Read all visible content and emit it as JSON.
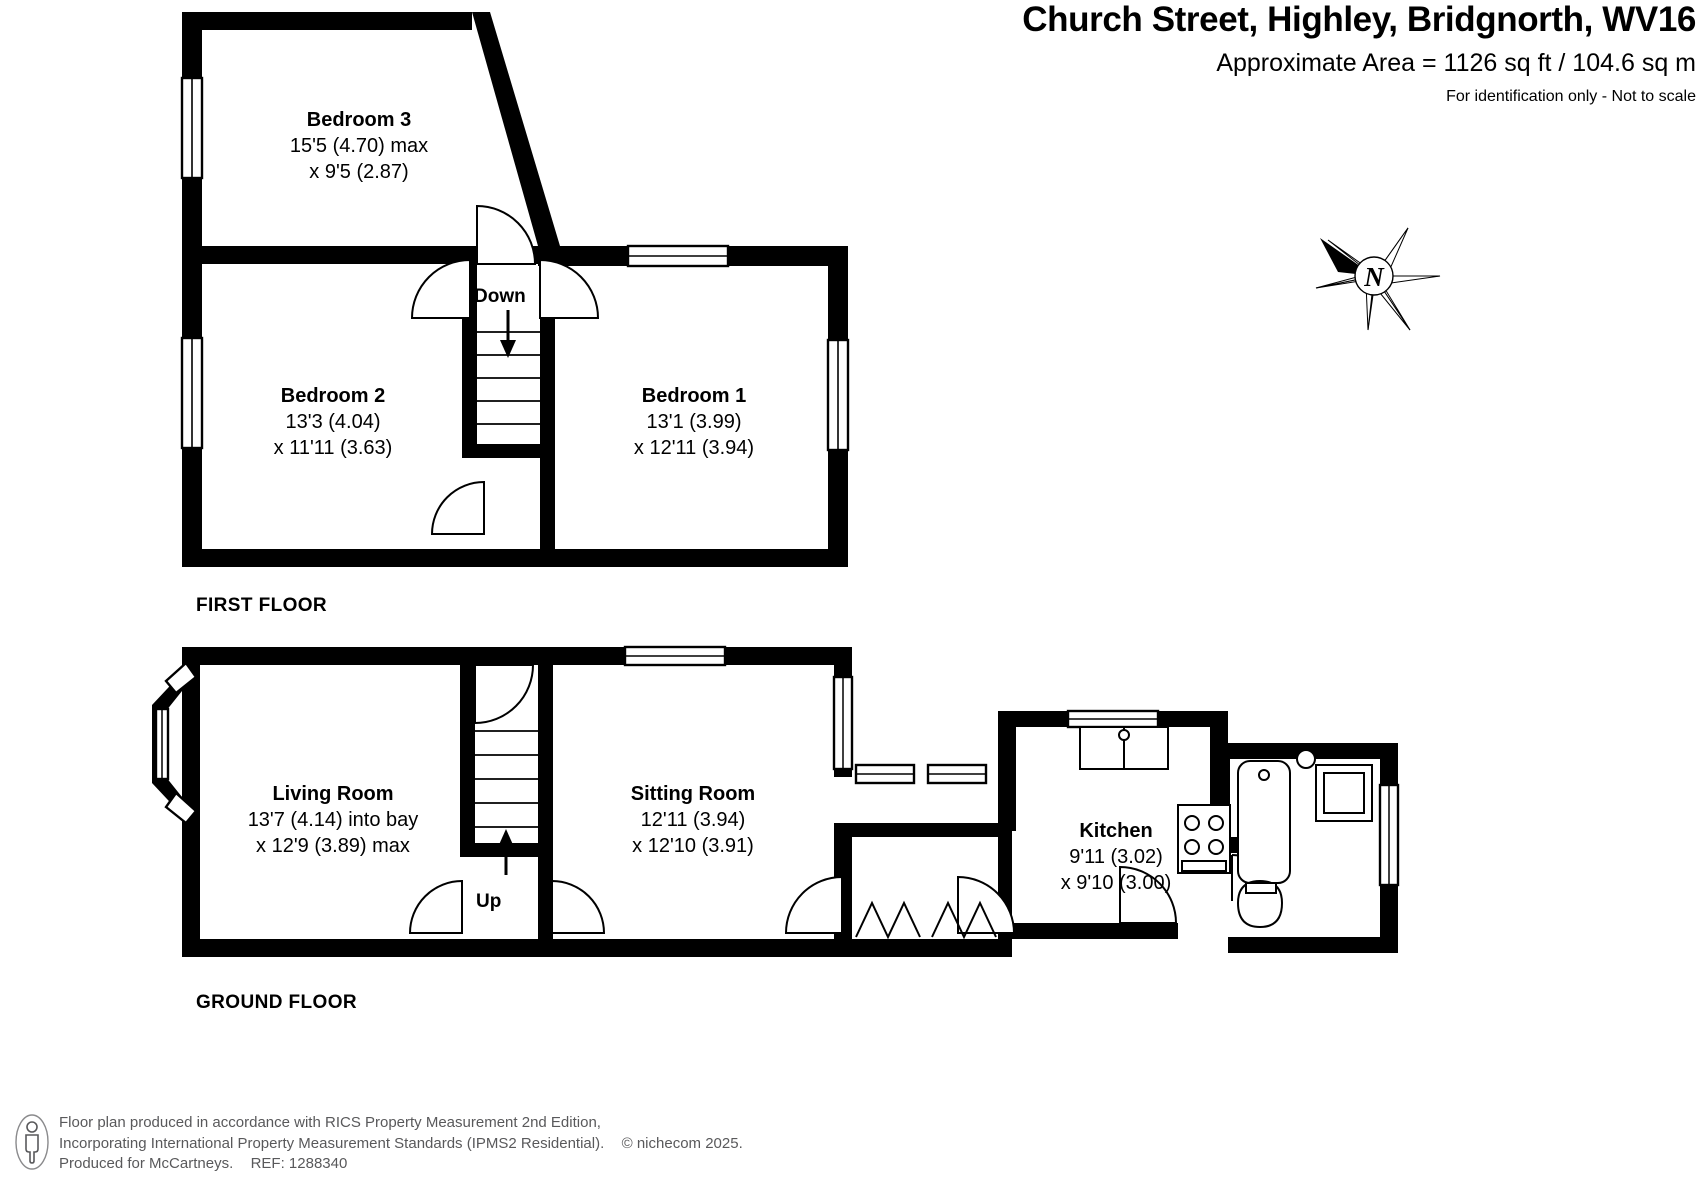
{
  "header": {
    "title": "Church Street, Highley, Bridgnorth, WV16",
    "area": "Approximate Area = 1126 sq ft / 104.6 sq m",
    "disclaimer": "For identification only - Not to scale"
  },
  "compass": {
    "label": "N"
  },
  "floors": [
    {
      "caption": "FIRST FLOOR",
      "rooms": [
        {
          "name": "Bedroom 3",
          "dim1": "15'5 (4.70) max",
          "dim2": "x 9'5 (2.87)"
        },
        {
          "name": "Bedroom 2",
          "dim1": "13'3 (4.04)",
          "dim2": "x 11'11 (3.63)"
        },
        {
          "name": "Bedroom 1",
          "dim1": "13'1 (3.99)",
          "dim2": "x 12'11 (3.94)"
        }
      ],
      "stairs_label": "Down"
    },
    {
      "caption": "GROUND FLOOR",
      "rooms": [
        {
          "name": "Living Room",
          "dim1": "13'7 (4.14) into bay",
          "dim2": "x 12'9 (3.89) max"
        },
        {
          "name": "Sitting Room",
          "dim1": "12'11 (3.94)",
          "dim2": "x 12'10 (3.91)"
        },
        {
          "name": "Kitchen",
          "dim1": "9'11 (3.02)",
          "dim2": "x 9'10 (3.00)"
        }
      ],
      "stairs_label": "Up"
    }
  ],
  "footer": {
    "line1": "Floor plan produced in accordance with RICS Property Measurement 2nd Edition,",
    "line2a": "Incorporating International Property Measurement Standards (IPMS2 Residential).",
    "line2b": "© nichecom 2025.",
    "line3a": "Produced for McCartneys.",
    "line3b": "REF: 1288340"
  },
  "colors": {
    "wall": "#000000",
    "background": "#ffffff",
    "footer_text": "#59595b"
  }
}
